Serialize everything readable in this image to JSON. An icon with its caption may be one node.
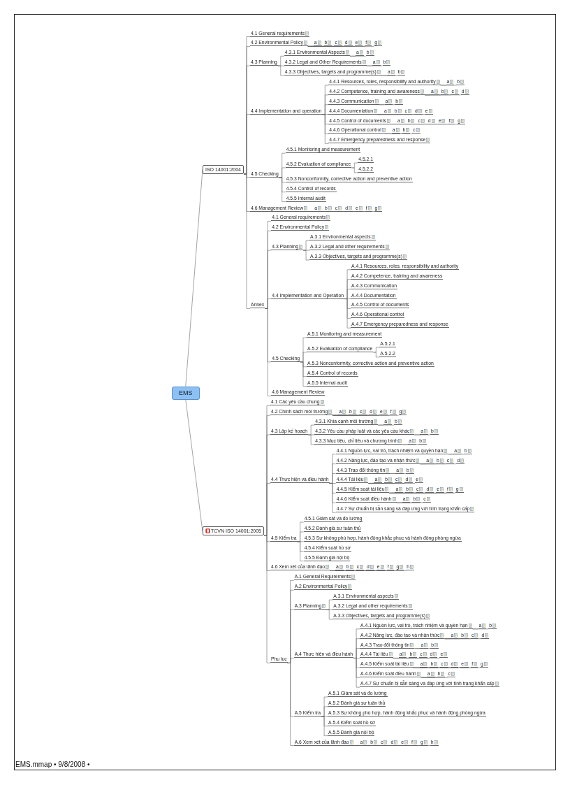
{
  "diagram": {
    "nodes": [
      {
        "text": [
          "EMS"
        ]
      },
      {
        "text": [
          "ISO 14001:2004"
        ]
      },
      {
        "text": [
          "4.1 General requirements"
        ]
      },
      {
        "text": [
          "4.2 Environmental Policy"
        ]
      },
      {
        "text": [
          "a"
        ]
      },
      {
        "text": [
          "b"
        ]
      },
      {
        "text": [
          "c"
        ]
      },
      {
        "text": [
          "d"
        ]
      },
      {
        "text": [
          "e"
        ]
      },
      {
        "text": [
          "f"
        ]
      },
      {
        "text": [
          "g"
        ]
      },
      {
        "text": [
          "4.3 Planning"
        ]
      },
      {
        "text": [
          "4.3.1 Environmental Aspects"
        ]
      },
      {
        "text": [
          "a"
        ]
      },
      {
        "text": [
          "b"
        ]
      },
      {
        "text": [
          "4.3.2 Legal and Other Requirements"
        ]
      },
      {
        "text": [
          "a"
        ]
      },
      {
        "text": [
          "b"
        ]
      },
      {
        "text": [
          "4.3.3 Objectives, targets and programme(s)"
        ]
      },
      {
        "text": [
          "a"
        ]
      },
      {
        "text": [
          "b"
        ]
      },
      {
        "text": [
          "4.4 Implementation and operation"
        ]
      },
      {
        "text": [
          "4.4.1 Resources, roles, responsibility and authority"
        ]
      },
      {
        "text": [
          "a"
        ]
      },
      {
        "text": [
          "b"
        ]
      },
      {
        "text": [
          "4.4.2 Competence, training and awareness"
        ]
      },
      {
        "text": [
          "a"
        ]
      },
      {
        "text": [
          "b"
        ]
      },
      {
        "text": [
          "c"
        ]
      },
      {
        "text": [
          "d"
        ]
      },
      {
        "text": [
          "4.4.3 Communication"
        ]
      },
      {
        "text": [
          "a"
        ]
      },
      {
        "text": [
          "b"
        ]
      },
      {
        "text": [
          "4.4.4 Documentation"
        ]
      },
      {
        "text": [
          "a"
        ]
      },
      {
        "text": [
          "b"
        ]
      },
      {
        "text": [
          "c"
        ]
      },
      {
        "text": [
          "d"
        ]
      },
      {
        "text": [
          "e"
        ]
      },
      {
        "text": [
          "4.4.5 Control of documents"
        ]
      },
      {
        "text": [
          "a"
        ]
      },
      {
        "text": [
          "b"
        ]
      },
      {
        "text": [
          "c"
        ]
      },
      {
        "text": [
          "d"
        ]
      },
      {
        "text": [
          "e"
        ]
      },
      {
        "text": [
          "f"
        ]
      },
      {
        "text": [
          "g"
        ]
      },
      {
        "text": [
          "4.4.6 Operational control"
        ]
      },
      {
        "text": [
          "a"
        ]
      },
      {
        "text": [
          "b"
        ]
      },
      {
        "text": [
          "c"
        ]
      },
      {
        "text": [
          "4.4.7 Emergency preparedness and response"
        ]
      },
      {
        "text": [
          "4.5 Checking"
        ]
      },
      {
        "text": [
          "4.5.1 Monitoring and measurement"
        ]
      },
      {
        "text": [
          "4.5.2 Evaluation of compliance"
        ]
      },
      {
        "text": [
          "4.5.2.1"
        ]
      },
      {
        "text": [
          "4.5.2.2"
        ]
      },
      {
        "text": [
          "4.5.3 Nonconformity, corrective action and preventive action"
        ]
      },
      {
        "text": [
          "4.5.4 Control of records"
        ]
      },
      {
        "text": [
          "4.5.5 Internal audit"
        ]
      },
      {
        "text": [
          "4.6 Management Review"
        ]
      },
      {
        "text": [
          "a"
        ]
      },
      {
        "text": [
          "b"
        ]
      },
      {
        "text": [
          "c"
        ]
      },
      {
        "text": [
          "d"
        ]
      },
      {
        "text": [
          "e"
        ]
      },
      {
        "text": [
          "f"
        ]
      },
      {
        "text": [
          "g"
        ]
      },
      {
        "text": [
          "Annex"
        ]
      },
      {
        "text": [
          "4.1 General requirements"
        ]
      },
      {
        "text": [
          "4.2 Environmental Policy"
        ]
      },
      {
        "text": [
          "4.3 Planning"
        ]
      },
      {
        "text": [
          "A.3.1 Environmental aspects"
        ]
      },
      {
        "text": [
          "A.3.2 Legal and other requirements"
        ]
      },
      {
        "text": [
          "A.3.3 Objectives, targets and programme(s)"
        ]
      },
      {
        "text": [
          "4.4 Implementation and Operation"
        ]
      },
      {
        "text": [
          "A.4.1 Resources, roles, responsibility and authority"
        ]
      },
      {
        "text": [
          "A.4.2 Competence, training and awareness"
        ]
      },
      {
        "text": [
          "A.4.3 Communication"
        ]
      },
      {
        "text": [
          "A.4.4 Documentation"
        ]
      },
      {
        "text": [
          "A.4.5 Control of documents"
        ]
      },
      {
        "text": [
          "A.4.6 Operational control"
        ]
      },
      {
        "text": [
          "A.4.7 Emergency preparedness and response"
        ]
      },
      {
        "text": [
          "4.5 Checking"
        ]
      },
      {
        "text": [
          "A.5.1 Monitoring and measurement"
        ]
      },
      {
        "text": [
          "A.5.2 Evaluation of compliance"
        ]
      },
      {
        "text": [
          "A.5.2.1"
        ]
      },
      {
        "text": [
          "A.5.2.2"
        ]
      },
      {
        "text": [
          "A.5.3 Nonconformity, corrective action and preventive action"
        ]
      },
      {
        "text": [
          "A.5.4 Control of records"
        ]
      },
      {
        "text": [
          "A.5.5 Internal audit"
        ]
      },
      {
        "text": [
          "4.6 Management Review"
        ]
      },
      {
        "text": [
          "TCVN ISO 14001:2005"
        ]
      },
      {
        "text": [
          "4.1 Các yêu cầu chung"
        ]
      },
      {
        "text": [
          "4.2 Chính sách môi trường"
        ]
      },
      {
        "text": [
          "a"
        ]
      },
      {
        "text": [
          "b"
        ]
      },
      {
        "text": [
          "c"
        ]
      },
      {
        "text": [
          "d"
        ]
      },
      {
        "text": [
          "e"
        ]
      },
      {
        "text": [
          "f"
        ]
      },
      {
        "text": [
          "g"
        ]
      },
      {
        "text": [
          "4.3 Lập kế hoạch"
        ]
      },
      {
        "text": [
          "4.3.1 Khía cạnh môi trường"
        ]
      },
      {
        "text": [
          "a"
        ]
      },
      {
        "text": [
          "b"
        ]
      },
      {
        "text": [
          "4.3.2 Yêu cầu pháp luật và các yêu cầu khác"
        ]
      },
      {
        "text": [
          "a"
        ]
      },
      {
        "text": [
          "b"
        ]
      },
      {
        "text": [
          "4.3.3 Mục tiêu, chỉ tiêu và chương trình"
        ]
      },
      {
        "text": [
          "a"
        ]
      },
      {
        "text": [
          "b"
        ]
      },
      {
        "text": [
          "4.4 Thực hiện và điều hành"
        ]
      },
      {
        "text": [
          "4.4.1 Nguồn lực, vai trò, trách nhiệm và quyền hạn"
        ]
      },
      {
        "text": [
          "a"
        ]
      },
      {
        "text": [
          "b"
        ]
      },
      {
        "text": [
          "4.4.2 Năng lực, đào tạo và nhận thức"
        ]
      },
      {
        "text": [
          "a"
        ]
      },
      {
        "text": [
          "b"
        ]
      },
      {
        "text": [
          "c"
        ]
      },
      {
        "text": [
          "d"
        ]
      },
      {
        "text": [
          "4.4.3 Trao đổi thông tin"
        ]
      },
      {
        "text": [
          "a"
        ]
      },
      {
        "text": [
          "b"
        ]
      },
      {
        "text": [
          "4.4.4 Tài liệu"
        ]
      },
      {
        "text": [
          "a"
        ]
      },
      {
        "text": [
          "b"
        ]
      },
      {
        "text": [
          "c"
        ]
      },
      {
        "text": [
          "d"
        ]
      },
      {
        "text": [
          "e"
        ]
      },
      {
        "text": [
          "4.4.5 Kiểm soát tài liệu"
        ]
      },
      {
        "text": [
          "a"
        ]
      },
      {
        "text": [
          "b"
        ]
      },
      {
        "text": [
          "c"
        ]
      },
      {
        "text": [
          "d"
        ]
      },
      {
        "text": [
          "e"
        ]
      },
      {
        "text": [
          "f"
        ]
      },
      {
        "text": [
          "g"
        ]
      },
      {
        "text": [
          "4.4.6 Kiểm soát điều hành"
        ]
      },
      {
        "text": [
          "a"
        ]
      },
      {
        "text": [
          "b"
        ]
      },
      {
        "text": [
          "c"
        ]
      },
      {
        "text": [
          "4.4.7 Sự chuẩn bị sẵn sàng và đáp ứng với tình trạng khẩn cấp"
        ]
      },
      {
        "text": [
          "4.5 Kiểm tra"
        ]
      },
      {
        "text": [
          "4.5.1 Giám sát và đo lường"
        ]
      },
      {
        "text": [
          "4.5.2 Đánh giá sự tuân thủ"
        ]
      },
      {
        "text": [
          "4.5.3 Sự không phù hợp, hành động khắc phục và hành động phòng ngừa"
        ]
      },
      {
        "text": [
          "4.5.4 Kiểm soát hồ sơ"
        ]
      },
      {
        "text": [
          "4.5.5 Đánh giá nội bộ"
        ]
      },
      {
        "text": [
          "4.6 Xem xét của lãnh đạo"
        ]
      },
      {
        "text": [
          "a"
        ]
      },
      {
        "text": [
          "b"
        ]
      },
      {
        "text": [
          "c"
        ]
      },
      {
        "text": [
          "d"
        ]
      },
      {
        "text": [
          "e"
        ]
      },
      {
        "text": [
          "f"
        ]
      },
      {
        "text": [
          "g"
        ]
      },
      {
        "text": [
          "h"
        ]
      },
      {
        "text": [
          "Phụ lục"
        ]
      },
      {
        "text": [
          "A.1 General Requirements"
        ]
      },
      {
        "text": [
          "A.2 Environmental Policy"
        ]
      },
      {
        "text": [
          "A.3 Planning"
        ]
      },
      {
        "text": [
          "A.3.1 Environmental aspects"
        ]
      },
      {
        "text": [
          "A.3.2 Legal and other requirements"
        ]
      },
      {
        "text": [
          "A.3.3 Objectives, targets and programme(s)"
        ]
      },
      {
        "text": [
          "A.4 Thực hiện và điều hành"
        ]
      },
      {
        "text": [
          "A.4.1 Nguồn lực, vai trò, trách nhiệm và quyền hạn"
        ]
      },
      {
        "text": [
          "a"
        ]
      },
      {
        "text": [
          "b"
        ]
      },
      {
        "text": [
          "A.4.2 Năng lực, đào tạo và nhận thức"
        ]
      },
      {
        "text": [
          "a"
        ]
      },
      {
        "text": [
          "b"
        ]
      },
      {
        "text": [
          "c"
        ]
      },
      {
        "text": [
          "d"
        ]
      },
      {
        "text": [
          "A.4.3 Trao đổi thông tin"
        ]
      },
      {
        "text": [
          "a"
        ]
      },
      {
        "text": [
          "b"
        ]
      },
      {
        "text": [
          "A.4.4 Tài liệu"
        ]
      },
      {
        "text": [
          "a"
        ]
      },
      {
        "text": [
          "b"
        ]
      },
      {
        "text": [
          "c"
        ]
      },
      {
        "text": [
          "d"
        ]
      },
      {
        "text": [
          "e"
        ]
      },
      {
        "text": [
          "A.4.5 Kiểm soát tài liệu"
        ]
      },
      {
        "text": [
          "a"
        ]
      },
      {
        "text": [
          "b"
        ]
      },
      {
        "text": [
          "c"
        ]
      },
      {
        "text": [
          "d"
        ]
      },
      {
        "text": [
          "e"
        ]
      },
      {
        "text": [
          "f"
        ]
      },
      {
        "text": [
          "g"
        ]
      },
      {
        "text": [
          "A.4.6 Kiểm soát điều hành"
        ]
      },
      {
        "text": [
          "a"
        ]
      },
      {
        "text": [
          "b"
        ]
      },
      {
        "text": [
          "c"
        ]
      },
      {
        "text": [
          "A.4.7 Sự chuẩn bị sẵn sàng và đáp ứng với tình trạng khẩn cấp"
        ]
      },
      {
        "text": [
          "A.5 Kiểm tra"
        ]
      },
      {
        "text": [
          "A.5.1 Giám sát và đo lường"
        ]
      },
      {
        "text": [
          "A.5.2 Đánh giá sự tuân thủ"
        ]
      },
      {
        "text": [
          "A.5.3 Sự không phù hợp, hành động khắc phục và hành động phòng ngừa"
        ]
      },
      {
        "text": [
          "A.5.4 Kiểm soát hồ sơ"
        ]
      },
      {
        "text": [
          "A.5.5 Đánh giá nội bộ"
        ]
      },
      {
        "text": [
          "A.6 Xem xét của lãnh đạo"
        ]
      },
      {
        "text": [
          "a"
        ]
      },
      {
        "text": [
          "b"
        ]
      },
      {
        "text": [
          "c"
        ]
      },
      {
        "text": [
          "d"
        ]
      },
      {
        "text": [
          "e"
        ]
      },
      {
        "text": [
          "f"
        ]
      },
      {
        "text": [
          "g"
        ]
      },
      {
        "text": [
          "h"
        ]
      }
    ],
    "edges": [
      {
        "from": 0,
        "to": 1,
        "arrow": "none"
      },
      {
        "from": 1,
        "to": 2,
        "arrow": "none"
      },
      {
        "from": 1,
        "to": 3,
        "arrow": "none"
      },
      {
        "from": 3,
        "to": 4,
        "arrow": "none"
      },
      {
        "from": 3,
        "to": 5,
        "arrow": "none"
      },
      {
        "from": 3,
        "to": 6,
        "arrow": "none"
      },
      {
        "from": 3,
        "to": 7,
        "arrow": "none"
      },
      {
        "from": 3,
        "to": 8,
        "arrow": "none"
      },
      {
        "from": 3,
        "to": 9,
        "arrow": "none"
      },
      {
        "from": 3,
        "to": 10,
        "arrow": "none"
      },
      {
        "from": 1,
        "to": 11,
        "arrow": "none"
      },
      {
        "from": 11,
        "to": 12,
        "arrow": "none"
      },
      {
        "from": 12,
        "to": 13,
        "arrow": "none"
      },
      {
        "from": 12,
        "to": 14,
        "arrow": "none"
      },
      {
        "from": 11,
        "to": 15,
        "arrow": "none"
      },
      {
        "from": 15,
        "to": 16,
        "arrow": "none"
      },
      {
        "from": 15,
        "to": 17,
        "arrow": "none"
      },
      {
        "from": 11,
        "to": 18,
        "arrow": "none"
      },
      {
        "from": 18,
        "to": 19,
        "arrow": "none"
      },
      {
        "from": 18,
        "to": 20,
        "arrow": "none"
      },
      {
        "from": 1,
        "to": 21,
        "arrow": "none"
      },
      {
        "from": 21,
        "to": 22,
        "arrow": "none"
      },
      {
        "from": 22,
        "to": 23,
        "arrow": "none"
      },
      {
        "from": 22,
        "to": 24,
        "arrow": "none"
      },
      {
        "from": 21,
        "to": 25,
        "arrow": "none"
      },
      {
        "from": 25,
        "to": 26,
        "arrow": "none"
      },
      {
        "from": 25,
        "to": 27,
        "arrow": "none"
      },
      {
        "from": 25,
        "to": 28,
        "arrow": "none"
      },
      {
        "from": 25,
        "to": 29,
        "arrow": "none"
      },
      {
        "from": 21,
        "to": 30,
        "arrow": "none"
      },
      {
        "from": 30,
        "to": 31,
        "arrow": "none"
      },
      {
        "from": 30,
        "to": 32,
        "arrow": "none"
      },
      {
        "from": 21,
        "to": 33,
        "arrow": "none"
      },
      {
        "from": 33,
        "to": 34,
        "arrow": "none"
      },
      {
        "from": 33,
        "to": 35,
        "arrow": "none"
      },
      {
        "from": 33,
        "to": 36,
        "arrow": "none"
      },
      {
        "from": 33,
        "to": 37,
        "arrow": "none"
      },
      {
        "from": 33,
        "to": 38,
        "arrow": "none"
      },
      {
        "from": 21,
        "to": 39,
        "arrow": "none"
      },
      {
        "from": 39,
        "to": 40,
        "arrow": "none"
      },
      {
        "from": 39,
        "to": 41,
        "arrow": "none"
      },
      {
        "from": 39,
        "to": 42,
        "arrow": "none"
      },
      {
        "from": 39,
        "to": 43,
        "arrow": "none"
      },
      {
        "from": 39,
        "to": 44,
        "arrow": "none"
      },
      {
        "from": 39,
        "to": 45,
        "arrow": "none"
      },
      {
        "from": 39,
        "to": 46,
        "arrow": "none"
      },
      {
        "from": 21,
        "to": 47,
        "arrow": "none"
      },
      {
        "from": 47,
        "to": 48,
        "arrow": "none"
      },
      {
        "from": 47,
        "to": 49,
        "arrow": "none"
      },
      {
        "from": 47,
        "to": 50,
        "arrow": "none"
      },
      {
        "from": 21,
        "to": 51,
        "arrow": "none"
      },
      {
        "from": 1,
        "to": 52,
        "arrow": "none"
      },
      {
        "from": 52,
        "to": 53,
        "arrow": "none"
      },
      {
        "from": 52,
        "to": 54,
        "arrow": "none"
      },
      {
        "from": 54,
        "to": 55,
        "arrow": "none"
      },
      {
        "from": 54,
        "to": 56,
        "arrow": "none"
      },
      {
        "from": 52,
        "to": 57,
        "arrow": "none"
      },
      {
        "from": 52,
        "to": 58,
        "arrow": "none"
      },
      {
        "from": 52,
        "to": 59,
        "arrow": "none"
      },
      {
        "from": 1,
        "to": 60,
        "arrow": "none"
      },
      {
        "from": 60,
        "to": 61,
        "arrow": "none"
      },
      {
        "from": 60,
        "to": 62,
        "arrow": "none"
      },
      {
        "from": 60,
        "to": 63,
        "arrow": "none"
      },
      {
        "from": 60,
        "to": 64,
        "arrow": "none"
      },
      {
        "from": 60,
        "to": 65,
        "arrow": "none"
      },
      {
        "from": 60,
        "to": 66,
        "arrow": "none"
      },
      {
        "from": 60,
        "to": 67,
        "arrow": "none"
      },
      {
        "from": 1,
        "to": 68,
        "arrow": "none"
      },
      {
        "from": 68,
        "to": 69,
        "arrow": "none"
      },
      {
        "from": 68,
        "to": 70,
        "arrow": "none"
      },
      {
        "from": 68,
        "to": 71,
        "arrow": "none"
      },
      {
        "from": 71,
        "to": 72,
        "arrow": "none"
      },
      {
        "from": 71,
        "to": 73,
        "arrow": "none"
      },
      {
        "from": 71,
        "to": 74,
        "arrow": "none"
      },
      {
        "from": 68,
        "to": 75,
        "arrow": "none"
      },
      {
        "from": 75,
        "to": 76,
        "arrow": "none"
      },
      {
        "from": 75,
        "to": 77,
        "arrow": "none"
      },
      {
        "from": 75,
        "to": 78,
        "arrow": "none"
      },
      {
        "from": 75,
        "to": 79,
        "arrow": "none"
      },
      {
        "from": 75,
        "to": 80,
        "arrow": "none"
      },
      {
        "from": 75,
        "to": 81,
        "arrow": "none"
      },
      {
        "from": 75,
        "to": 82,
        "arrow": "none"
      },
      {
        "from": 68,
        "to": 83,
        "arrow": "none"
      },
      {
        "from": 83,
        "to": 84,
        "arrow": "none"
      },
      {
        "from": 83,
        "to": 85,
        "arrow": "none"
      },
      {
        "from": 85,
        "to": 86,
        "arrow": "none"
      },
      {
        "from": 85,
        "to": 87,
        "arrow": "none"
      },
      {
        "from": 83,
        "to": 88,
        "arrow": "none"
      },
      {
        "from": 83,
        "to": 89,
        "arrow": "none"
      },
      {
        "from": 83,
        "to": 90,
        "arrow": "none"
      },
      {
        "from": 68,
        "to": 91,
        "arrow": "none"
      },
      {
        "from": 0,
        "to": 92,
        "arrow": "none"
      },
      {
        "from": 92,
        "to": 93,
        "arrow": "none"
      },
      {
        "from": 92,
        "to": 94,
        "arrow": "none"
      },
      {
        "from": 94,
        "to": 95,
        "arrow": "none"
      },
      {
        "from": 94,
        "to": 96,
        "arrow": "none"
      },
      {
        "from": 94,
        "to": 97,
        "arrow": "none"
      },
      {
        "from": 94,
        "to": 98,
        "arrow": "none"
      },
      {
        "from": 94,
        "to": 99,
        "arrow": "none"
      },
      {
        "from": 94,
        "to": 100,
        "arrow": "none"
      },
      {
        "from": 94,
        "to": 101,
        "arrow": "none"
      },
      {
        "from": 92,
        "to": 102,
        "arrow": "none"
      },
      {
        "from": 102,
        "to": 103,
        "arrow": "none"
      },
      {
        "from": 103,
        "to": 104,
        "arrow": "none"
      },
      {
        "from": 103,
        "to": 105,
        "arrow": "none"
      },
      {
        "from": 102,
        "to": 106,
        "arrow": "none"
      },
      {
        "from": 106,
        "to": 107,
        "arrow": "none"
      },
      {
        "from": 106,
        "to": 108,
        "arrow": "none"
      },
      {
        "from": 102,
        "to": 109,
        "arrow": "none"
      },
      {
        "from": 109,
        "to": 110,
        "arrow": "none"
      },
      {
        "from": 109,
        "to": 111,
        "arrow": "none"
      },
      {
        "from": 92,
        "to": 112,
        "arrow": "none"
      },
      {
        "from": 112,
        "to": 113,
        "arrow": "none"
      },
      {
        "from": 113,
        "to": 114,
        "arrow": "none"
      },
      {
        "from": 113,
        "to": 115,
        "arrow": "none"
      },
      {
        "from": 112,
        "to": 116,
        "arrow": "none"
      },
      {
        "from": 116,
        "to": 117,
        "arrow": "none"
      },
      {
        "from": 116,
        "to": 118,
        "arrow": "none"
      },
      {
        "from": 116,
        "to": 119,
        "arrow": "none"
      },
      {
        "from": 116,
        "to": 120,
        "arrow": "none"
      },
      {
        "from": 112,
        "to": 121,
        "arrow": "none"
      },
      {
        "from": 121,
        "to": 122,
        "arrow": "none"
      },
      {
        "from": 121,
        "to": 123,
        "arrow": "none"
      },
      {
        "from": 112,
        "to": 124,
        "arrow": "none"
      },
      {
        "from": 124,
        "to": 125,
        "arrow": "none"
      },
      {
        "from": 124,
        "to": 126,
        "arrow": "none"
      },
      {
        "from": 124,
        "to": 127,
        "arrow": "none"
      },
      {
        "from": 124,
        "to": 128,
        "arrow": "none"
      },
      {
        "from": 124,
        "to": 129,
        "arrow": "none"
      },
      {
        "from": 112,
        "to": 130,
        "arrow": "none"
      },
      {
        "from": 130,
        "to": 131,
        "arrow": "none"
      },
      {
        "from": 130,
        "to": 132,
        "arrow": "none"
      },
      {
        "from": 130,
        "to": 133,
        "arrow": "none"
      },
      {
        "from": 130,
        "to": 134,
        "arrow": "none"
      },
      {
        "from": 130,
        "to": 135,
        "arrow": "none"
      },
      {
        "from": 130,
        "to": 136,
        "arrow": "none"
      },
      {
        "from": 130,
        "to": 137,
        "arrow": "none"
      },
      {
        "from": 112,
        "to": 138,
        "arrow": "none"
      },
      {
        "from": 138,
        "to": 139,
        "arrow": "none"
      },
      {
        "from": 138,
        "to": 140,
        "arrow": "none"
      },
      {
        "from": 138,
        "to": 141,
        "arrow": "none"
      },
      {
        "from": 112,
        "to": 142,
        "arrow": "none"
      },
      {
        "from": 92,
        "to": 143,
        "arrow": "none"
      },
      {
        "from": 143,
        "to": 144,
        "arrow": "none"
      },
      {
        "from": 143,
        "to": 145,
        "arrow": "none"
      },
      {
        "from": 143,
        "to": 146,
        "arrow": "none"
      },
      {
        "from": 143,
        "to": 147,
        "arrow": "none"
      },
      {
        "from": 143,
        "to": 148,
        "arrow": "none"
      },
      {
        "from": 92,
        "to": 149,
        "arrow": "none"
      },
      {
        "from": 149,
        "to": 150,
        "arrow": "none"
      },
      {
        "from": 149,
        "to": 151,
        "arrow": "none"
      },
      {
        "from": 149,
        "to": 152,
        "arrow": "none"
      },
      {
        "from": 149,
        "to": 153,
        "arrow": "none"
      },
      {
        "from": 149,
        "to": 154,
        "arrow": "none"
      },
      {
        "from": 149,
        "to": 155,
        "arrow": "none"
      },
      {
        "from": 149,
        "to": 156,
        "arrow": "none"
      },
      {
        "from": 149,
        "to": 157,
        "arrow": "none"
      },
      {
        "from": 92,
        "to": 158,
        "arrow": "none"
      },
      {
        "from": 158,
        "to": 159,
        "arrow": "none"
      },
      {
        "from": 158,
        "to": 160,
        "arrow": "none"
      },
      {
        "from": 158,
        "to": 161,
        "arrow": "none"
      },
      {
        "from": 161,
        "to": 162,
        "arrow": "none"
      },
      {
        "from": 161,
        "to": 163,
        "arrow": "none"
      },
      {
        "from": 161,
        "to": 164,
        "arrow": "none"
      },
      {
        "from": 158,
        "to": 165,
        "arrow": "none"
      },
      {
        "from": 165,
        "to": 166,
        "arrow": "none"
      },
      {
        "from": 166,
        "to": 167,
        "arrow": "none"
      },
      {
        "from": 166,
        "to": 168,
        "arrow": "none"
      },
      {
        "from": 165,
        "to": 169,
        "arrow": "none"
      },
      {
        "from": 169,
        "to": 170,
        "arrow": "none"
      },
      {
        "from": 169,
        "to": 171,
        "arrow": "none"
      },
      {
        "from": 169,
        "to": 172,
        "arrow": "none"
      },
      {
        "from": 169,
        "to": 173,
        "arrow": "none"
      },
      {
        "from": 165,
        "to": 174,
        "arrow": "none"
      },
      {
        "from": 174,
        "to": 175,
        "arrow": "none"
      },
      {
        "from": 174,
        "to": 176,
        "arrow": "none"
      },
      {
        "from": 165,
        "to": 177,
        "arrow": "none"
      },
      {
        "from": 177,
        "to": 178,
        "arrow": "none"
      },
      {
        "from": 177,
        "to": 179,
        "arrow": "none"
      },
      {
        "from": 177,
        "to": 180,
        "arrow": "none"
      },
      {
        "from": 177,
        "to": 181,
        "arrow": "none"
      },
      {
        "from": 177,
        "to": 182,
        "arrow": "none"
      },
      {
        "from": 165,
        "to": 183,
        "arrow": "none"
      },
      {
        "from": 183,
        "to": 184,
        "arrow": "none"
      },
      {
        "from": 183,
        "to": 185,
        "arrow": "none"
      },
      {
        "from": 183,
        "to": 186,
        "arrow": "none"
      },
      {
        "from": 183,
        "to": 187,
        "arrow": "none"
      },
      {
        "from": 183,
        "to": 188,
        "arrow": "none"
      },
      {
        "from": 183,
        "to": 189,
        "arrow": "none"
      },
      {
        "from": 183,
        "to": 190,
        "arrow": "none"
      },
      {
        "from": 165,
        "to": 191,
        "arrow": "none"
      },
      {
        "from": 191,
        "to": 192,
        "arrow": "none"
      },
      {
        "from": 191,
        "to": 193,
        "arrow": "none"
      },
      {
        "from": 191,
        "to": 194,
        "arrow": "none"
      },
      {
        "from": 165,
        "to": 195,
        "arrow": "none"
      },
      {
        "from": 158,
        "to": 196,
        "arrow": "none"
      },
      {
        "from": 196,
        "to": 197,
        "arrow": "none"
      },
      {
        "from": 196,
        "to": 198,
        "arrow": "none"
      },
      {
        "from": 196,
        "to": 199,
        "arrow": "none"
      },
      {
        "from": 196,
        "to": 200,
        "arrow": "none"
      },
      {
        "from": 196,
        "to": 201,
        "arrow": "none"
      },
      {
        "from": 158,
        "to": 202,
        "arrow": "none"
      },
      {
        "from": 202,
        "to": 203,
        "arrow": "none"
      },
      {
        "from": 202,
        "to": 204,
        "arrow": "none"
      },
      {
        "from": 202,
        "to": 205,
        "arrow": "none"
      },
      {
        "from": 202,
        "to": 206,
        "arrow": "none"
      },
      {
        "from": 202,
        "to": 207,
        "arrow": "none"
      },
      {
        "from": 202,
        "to": 208,
        "arrow": "none"
      },
      {
        "from": 202,
        "to": 209,
        "arrow": "none"
      },
      {
        "from": 202,
        "to": 210,
        "arrow": "none"
      }
    ],
    "labels": [
      "EMS.mmap • 9/8/2008 •"
    ]
  }
}
